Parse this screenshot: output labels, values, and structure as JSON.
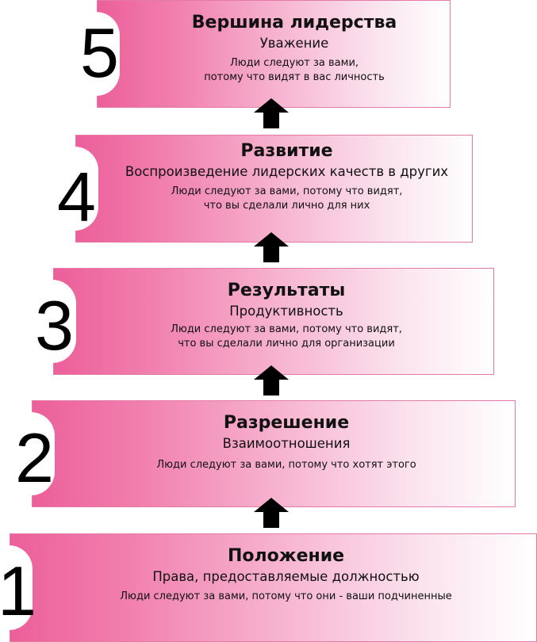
{
  "levels": [
    {
      "number": "5",
      "title": "Вершина лидерства",
      "subtitle": "Уважение",
      "description": [
        "Люди следуют за вами,",
        "потому что видят в вас личность"
      ]
    },
    {
      "number": "4",
      "title": "Развитие",
      "subtitle": "Воспроизведение лидерских качеств в других",
      "description": [
        "Люди следуют за вами, потому что видят,",
        "что вы сделали  лично для них"
      ]
    },
    {
      "number": "3",
      "title": "Результаты",
      "subtitle": "Продуктивность",
      "description": [
        "Люди следуют за вами, потому что видят,",
        "что вы сделали  лично для организации"
      ]
    },
    {
      "number": "2",
      "title": "Разрешение",
      "subtitle": "Взаимоотношения",
      "description": [
        "Люди следуют за вами, потому что хотят этого"
      ]
    },
    {
      "number": "1",
      "title": "Положение",
      "subtitle": "Права, предоставляемые должностью",
      "description": [
        "Люди следуют за вами, потому что они - ваши подчиненные"
      ]
    }
  ],
  "colors": {
    "box_gradient_start": "#ec5f9a",
    "box_border": "#e47aa6",
    "arrow": "#000000"
  },
  "icons": {
    "connector": "up-arrow-icon"
  }
}
